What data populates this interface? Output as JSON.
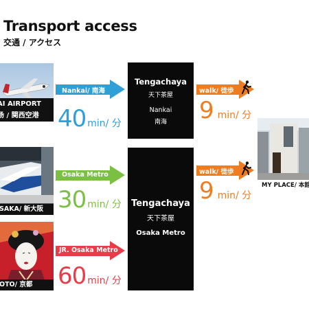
{
  "heading": {
    "title": "Transport access",
    "subtitle": "交通 / アクセス"
  },
  "colors": {
    "nankai": "#2e9fd7",
    "metro": "#7cc043",
    "jr": "#e93b48",
    "walk": "#ee7d22",
    "black": "#0a0a0a"
  },
  "routes": [
    {
      "origin_line1": "AI AIRPORT",
      "origin_line2": "场 / 関西空港",
      "line_label": "Nankai/ 南海",
      "minutes": "40",
      "unit": "min/ 分",
      "photo": "airplane-photo"
    },
    {
      "origin": "SAKA/ 新大阪",
      "line_label": "Osaka Metro",
      "minutes": "30",
      "unit": "min/ 分",
      "photo": "shinkansen-photo"
    },
    {
      "origin": "OTO/ 京都",
      "line_label": "JR. Osaka Metro",
      "minutes": "60",
      "unit": "min/ 分",
      "photo": "geisha-photo"
    }
  ],
  "stations": [
    {
      "name_en": "Tengachaya",
      "name_jp": "天下茶屋",
      "line_en": "Nankai",
      "line_jp": "南海"
    },
    {
      "name_en": "Tengachaya",
      "name_jp": "天下茶屋",
      "line_en": "Osaka Metro"
    }
  ],
  "walk": [
    {
      "label": "walk/ 徒歩",
      "minutes": "9",
      "unit": "min/ 分",
      "icon": "walking-person-icon"
    },
    {
      "label": "walk/ 徒歩",
      "minutes": "9",
      "unit": "min/ 分",
      "icon": "walking-person-icon"
    }
  ],
  "destination": {
    "caption": "MY PLACE/ 本館",
    "photo": "house-photo"
  }
}
